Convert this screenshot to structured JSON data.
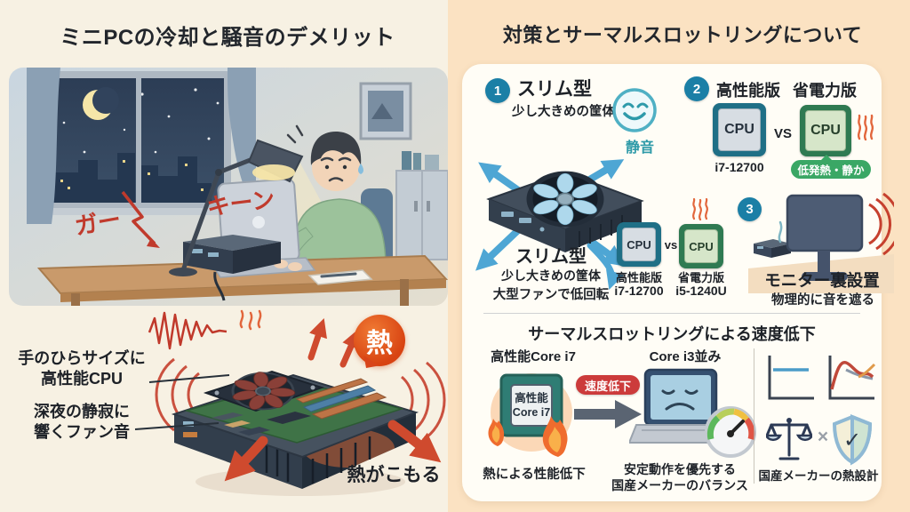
{
  "colors": {
    "bg_left": "#f7f1e3",
    "bg_right": "#fbe2c2",
    "card": "#fffdf6",
    "accent_teal": "#1b7fa6",
    "accent_blue": "#4ea6d4",
    "accent_red": "#c6402e",
    "accent_green": "#3aa765",
    "heat_orange": "#e2663c"
  },
  "icons": {
    "multiply": "×",
    "check": "✓"
  },
  "left": {
    "title": "ミニPCの冷却と騒音のデメリット",
    "fx_left": "ガー",
    "fx_right": "キーン",
    "label_palm_1": "手のひらサイズに",
    "label_palm_2": "高性能CPU",
    "label_night_1": "深夜の静寂に",
    "label_night_2": "響くファン音",
    "heat_badge": "熱",
    "heat_trapped": "熱がこもる"
  },
  "right": {
    "title": "対策とサーマルスロットリングについて",
    "s1": {
      "num": "1",
      "heading": "スリム型",
      "sub": "少し大きめの筐体",
      "quiet": "静音",
      "cap_title": "スリム型",
      "cap1": "少し大きめの筐体",
      "cap2": "大型ファンで低回転"
    },
    "cmp": {
      "cpu": "CPU",
      "vs": "vs",
      "left1": "高性能版",
      "left2": "i7-12700",
      "right1": "省電力版",
      "right2": "i5-1240U"
    },
    "s2": {
      "num": "2",
      "h_left": "高性能版",
      "h_right": "省電力版",
      "cpu": "CPU",
      "vs": "VS",
      "left_cap": "i7-12700",
      "badge": "低発熱・静か"
    },
    "s3": {
      "num": "3",
      "cap1": "モニター裏設置",
      "cap2": "物理的に音を遮る"
    },
    "throttle": {
      "title": "サーマルスロットリングによる速度低下",
      "left_label": "高性能Core i7",
      "chip1": "高性能",
      "chip2": "Core i7",
      "badge": "速度低下",
      "right_label": "Core i3並み",
      "left_cap": "熱による性能低下",
      "mid_cap1": "安定動作を優先する",
      "mid_cap2": "国産メーカーのバランス",
      "right_cap": "国産メーカーの熱設計"
    }
  }
}
